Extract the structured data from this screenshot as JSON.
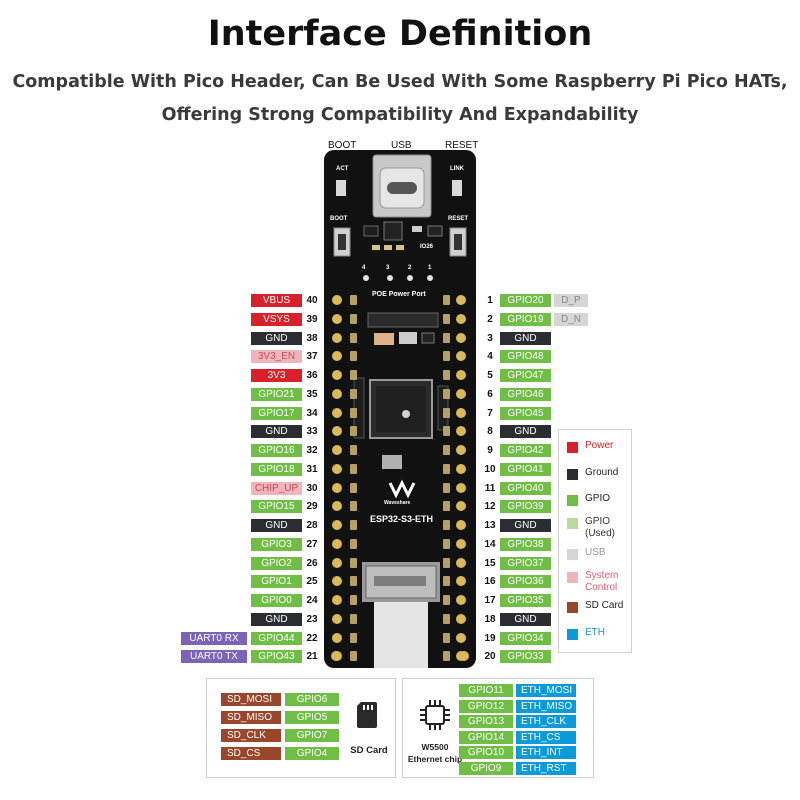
{
  "header": {
    "title": "Interface Definition",
    "subtitle_line1": "Compatible With Pico Header, Can Be Used With Some Raspberry Pi Pico HATs,",
    "subtitle_line2": "Offering Strong Compatibility And Expandability"
  },
  "board": {
    "top_labels": {
      "boot": "BOOT",
      "usb": "USB",
      "reset": "RESET"
    },
    "silk": {
      "boot": "BOOT",
      "reset": "RESET",
      "act": "ACT",
      "link": "LINK",
      "poe": "POE Power Port",
      "io26": "IO26",
      "brand": "Waveshare",
      "model": "ESP32-S3-ETH",
      "poe_pins": [
        "4",
        "3",
        "2",
        "1"
      ]
    }
  },
  "colors": {
    "power": "#d8212a",
    "ground": "#2b2d33",
    "gpio": "#70be46",
    "gpio_used": "#b8dca0",
    "usb": "#d6d6d6",
    "system_control": "#f0b4bb",
    "sd_card": "#98472d",
    "eth": "#0c9bd8",
    "uart": "#7b63b5"
  },
  "left_pins": [
    {
      "num": "40",
      "label": "VBUS",
      "type": "power"
    },
    {
      "num": "39",
      "label": "VSYS",
      "type": "power"
    },
    {
      "num": "38",
      "label": "GND",
      "type": "ground"
    },
    {
      "num": "37",
      "label": "3V3_EN",
      "type": "sys"
    },
    {
      "num": "36",
      "label": "3V3",
      "type": "power"
    },
    {
      "num": "35",
      "label": "GPIO21",
      "type": "gpio"
    },
    {
      "num": "34",
      "label": "GPIO17",
      "type": "gpio"
    },
    {
      "num": "33",
      "label": "GND",
      "type": "ground"
    },
    {
      "num": "32",
      "label": "GPIO16",
      "type": "gpio"
    },
    {
      "num": "31",
      "label": "GPIO18",
      "type": "gpio"
    },
    {
      "num": "30",
      "label": "CHIP_UP",
      "type": "sys"
    },
    {
      "num": "29",
      "label": "GPIO15",
      "type": "gpio"
    },
    {
      "num": "28",
      "label": "GND",
      "type": "ground"
    },
    {
      "num": "27",
      "label": "GPIO3",
      "type": "gpio"
    },
    {
      "num": "26",
      "label": "GPIO2",
      "type": "gpio"
    },
    {
      "num": "25",
      "label": "GPIO1",
      "type": "gpio"
    },
    {
      "num": "24",
      "label": "GPIO0",
      "type": "gpio"
    },
    {
      "num": "23",
      "label": "GND",
      "type": "ground"
    },
    {
      "num": "22",
      "label": "GPIO44",
      "type": "gpio",
      "extra": "UART0 RX"
    },
    {
      "num": "21",
      "label": "GPIO43",
      "type": "gpio",
      "extra": "UART0 TX"
    }
  ],
  "right_pins": [
    {
      "num": "1",
      "label": "GPIO20",
      "type": "gpio",
      "extra": "D_P"
    },
    {
      "num": "2",
      "label": "GPIO19",
      "type": "gpio",
      "extra": "D_N"
    },
    {
      "num": "3",
      "label": "GND",
      "type": "ground"
    },
    {
      "num": "4",
      "label": "GPIO48",
      "type": "gpio"
    },
    {
      "num": "5",
      "label": "GPIO47",
      "type": "gpio"
    },
    {
      "num": "6",
      "label": "GPIO46",
      "type": "gpio"
    },
    {
      "num": "7",
      "label": "GPIO45",
      "type": "gpio"
    },
    {
      "num": "8",
      "label": "GND",
      "type": "ground"
    },
    {
      "num": "9",
      "label": "GPIO42",
      "type": "gpio"
    },
    {
      "num": "10",
      "label": "GPIO41",
      "type": "gpio"
    },
    {
      "num": "11",
      "label": "GPIO40",
      "type": "gpio"
    },
    {
      "num": "12",
      "label": "GPIO39",
      "type": "gpio"
    },
    {
      "num": "13",
      "label": "GND",
      "type": "ground"
    },
    {
      "num": "14",
      "label": "GPIO38",
      "type": "gpio"
    },
    {
      "num": "15",
      "label": "GPIO37",
      "type": "gpio"
    },
    {
      "num": "16",
      "label": "GPIO36",
      "type": "gpio"
    },
    {
      "num": "17",
      "label": "GPIO35",
      "type": "gpio"
    },
    {
      "num": "18",
      "label": "GND",
      "type": "ground"
    },
    {
      "num": "19",
      "label": "GPIO34",
      "type": "gpio"
    },
    {
      "num": "20",
      "label": "GPIO33",
      "type": "gpio"
    }
  ],
  "legend": [
    {
      "label": "Power",
      "type": "power"
    },
    {
      "label": "Ground",
      "type": "ground"
    },
    {
      "label": "GPIO",
      "type": "gpio"
    },
    {
      "label": "GPIO (Used)",
      "type": "gpioused"
    },
    {
      "label": "USB",
      "type": "usb"
    },
    {
      "label": "System Control",
      "type": "sys"
    },
    {
      "label": "SD Card",
      "type": "sd"
    },
    {
      "label": "ETH",
      "type": "eth"
    }
  ],
  "sd_card": {
    "caption": "SD Card",
    "rows": [
      {
        "func": "SD_MOSI",
        "gpio": "GPIO6"
      },
      {
        "func": "SD_MISO",
        "gpio": "GPIO5"
      },
      {
        "func": "SD_CLK",
        "gpio": "GPIO7"
      },
      {
        "func": "SD_CS",
        "gpio": "GPIO4"
      }
    ]
  },
  "ethernet": {
    "caption_line1": "W5500",
    "caption_line2": "Ethernet chip",
    "rows": [
      {
        "gpio": "GPIO11",
        "func": "ETH_MOSI"
      },
      {
        "gpio": "GPIO12",
        "func": "ETH_MISO"
      },
      {
        "gpio": "GPIO13",
        "func": "ETH_CLK"
      },
      {
        "gpio": "GPIO14",
        "func": "ETH_CS"
      },
      {
        "gpio": "GPIO10",
        "func": "ETH_INT"
      },
      {
        "gpio": "GPIO9",
        "func": "ETH_RST"
      }
    ]
  }
}
